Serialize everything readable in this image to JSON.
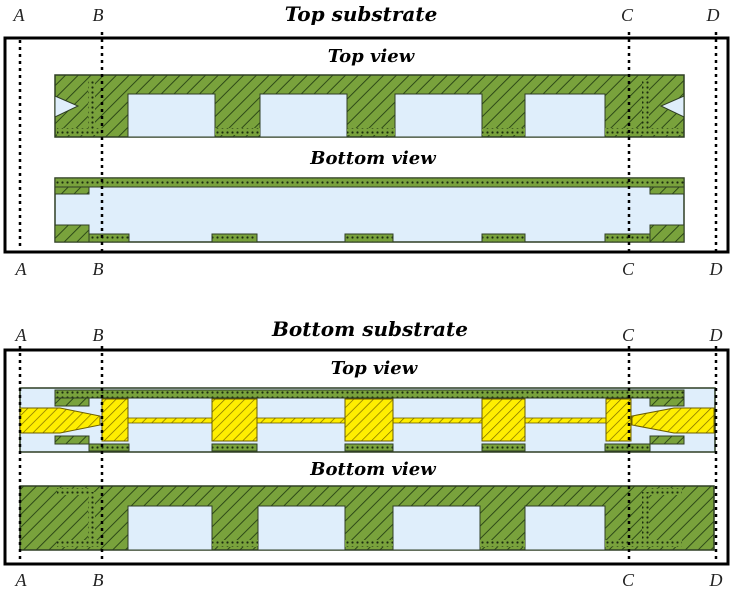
{
  "colors": {
    "green": "#79a23c",
    "light_blue": "#dfeefb",
    "yellow": "#ffee00",
    "outline": "#2f3f24",
    "frame": "#000000"
  },
  "labels": {
    "A": "A",
    "B": "B",
    "C": "C",
    "D": "D"
  },
  "top_substrate": {
    "title": "Top substrate",
    "top_view": "Top view",
    "bottom_view": "Bottom view"
  },
  "bottom_substrate": {
    "title": "Bottom substrate",
    "top_view": "Top view",
    "bottom_view": "Bottom view"
  }
}
